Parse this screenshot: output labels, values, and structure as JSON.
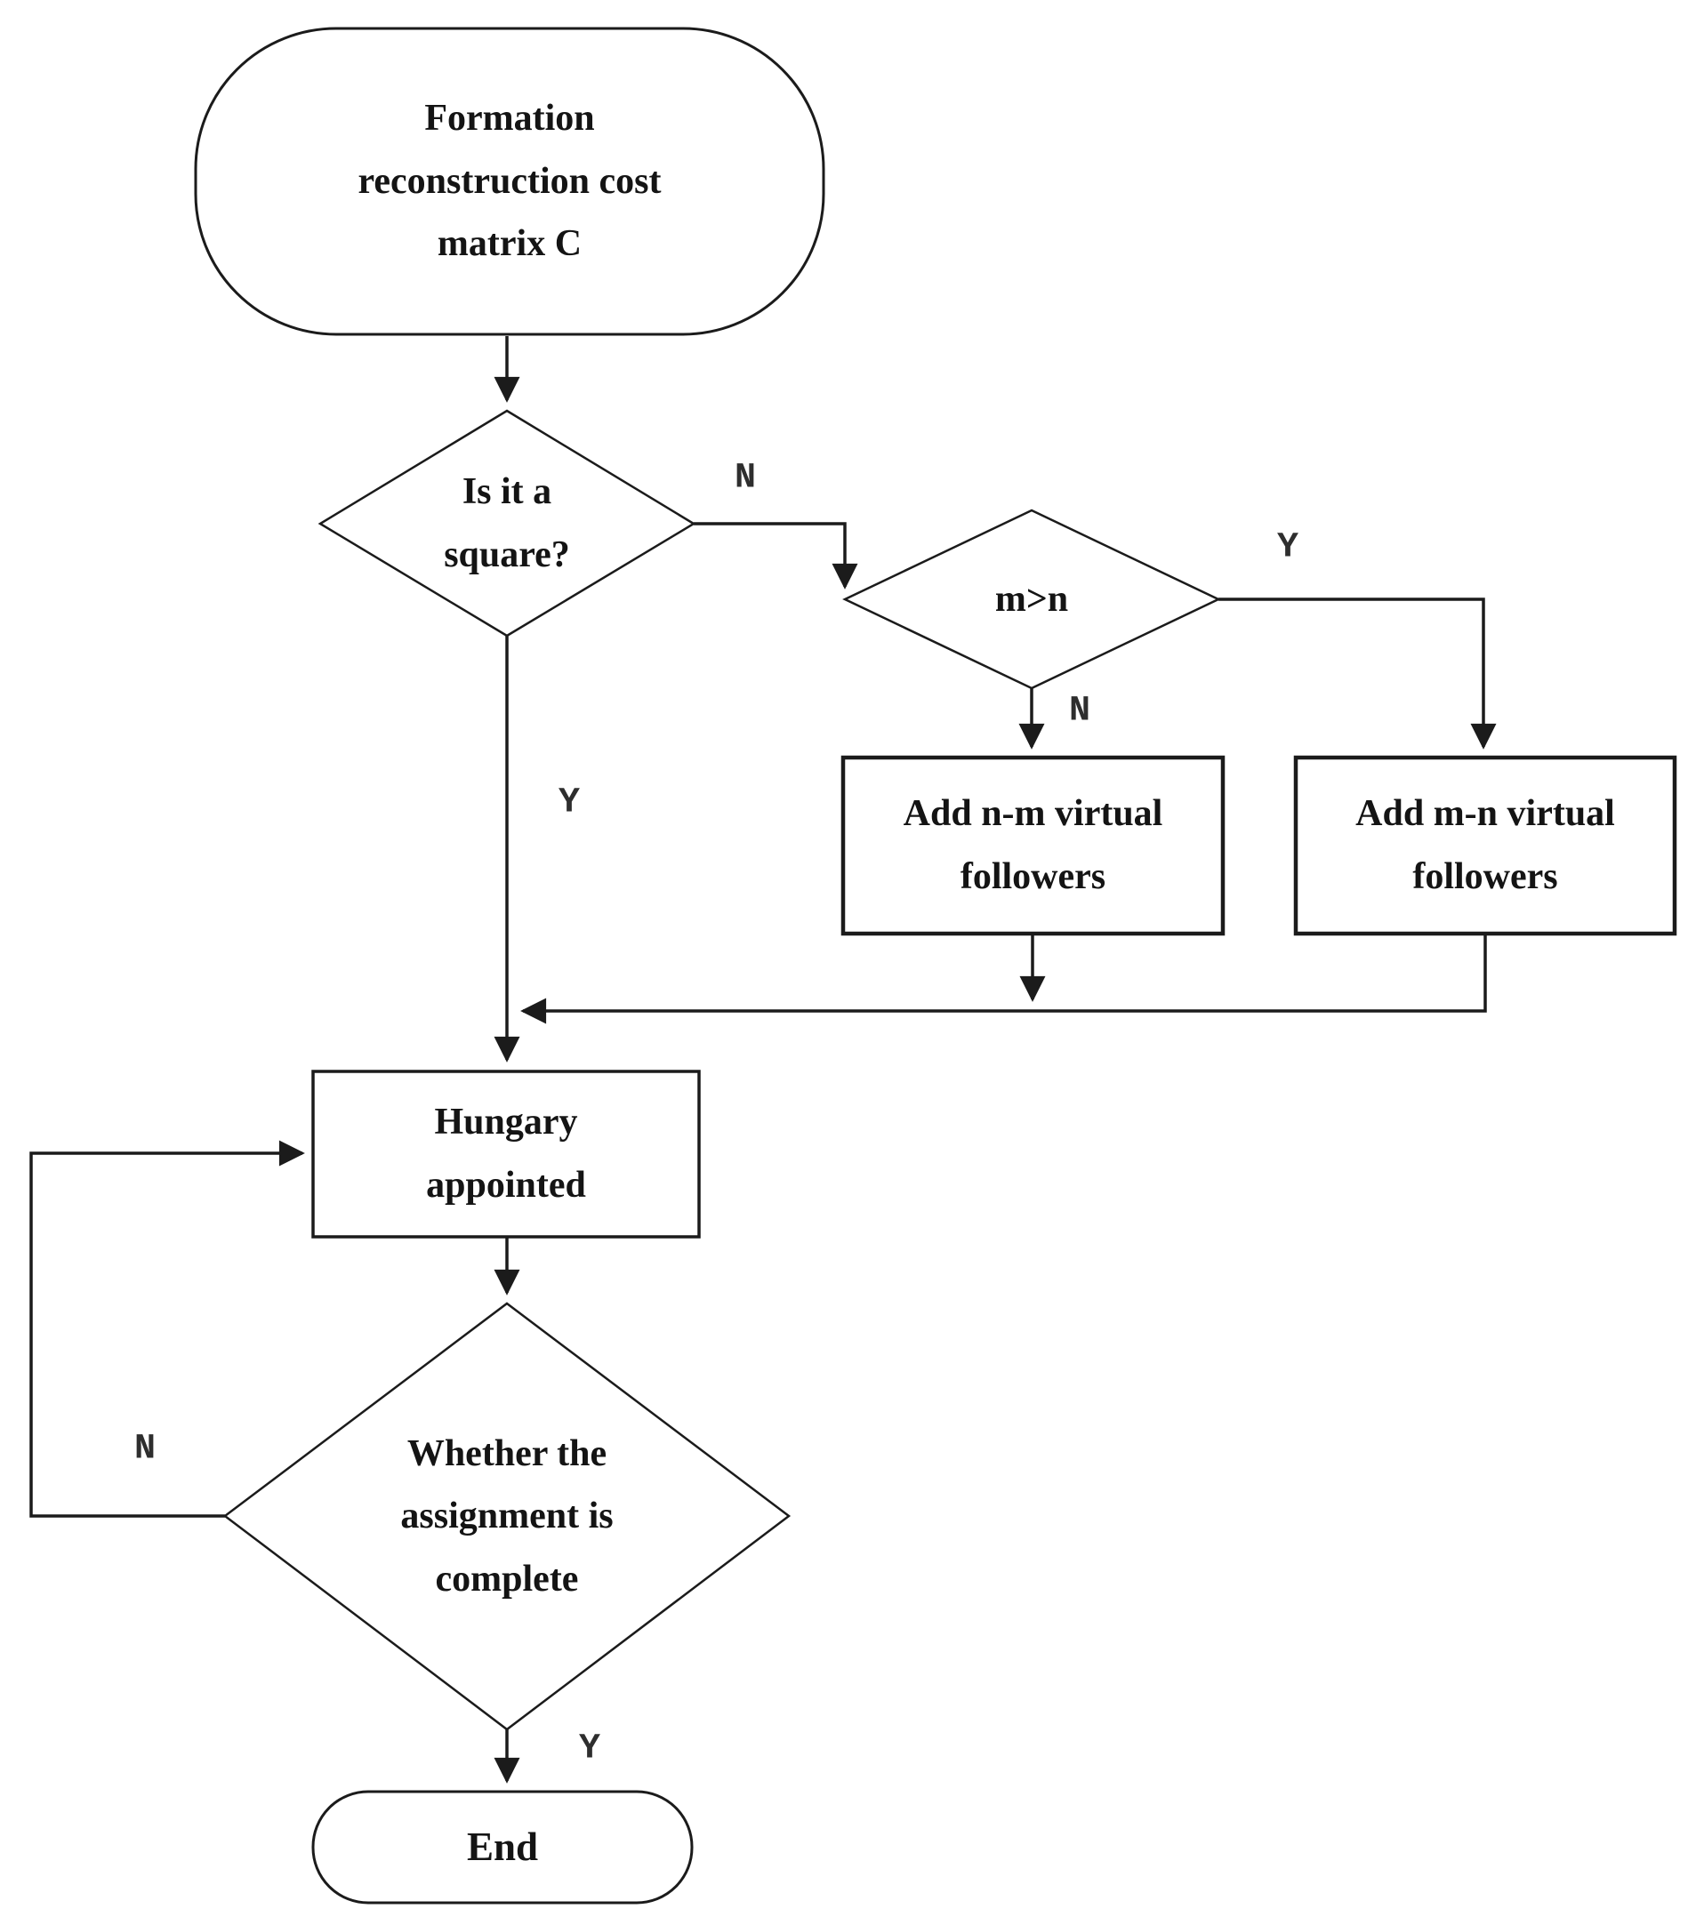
{
  "flowchart": {
    "colors": {
      "background": "#ffffff",
      "line": "#1b1b1b",
      "node_fill": "#ffffff",
      "text": "#141414",
      "branch_label": "#2e2e2e"
    },
    "nodes": {
      "start": {
        "shape": "terminator",
        "label": "Formation\nreconstruction cost\nmatrix C"
      },
      "is_square": {
        "shape": "decision",
        "label": "Is it a\nsquare?"
      },
      "m_gt_n": {
        "shape": "decision",
        "label": "m>n"
      },
      "add_nm": {
        "shape": "process",
        "label": "Add n-m virtual\nfollowers"
      },
      "add_mn": {
        "shape": "process",
        "label": "Add m-n virtual\nfollowers"
      },
      "hungary": {
        "shape": "process",
        "label": "Hungary\nappointed"
      },
      "assignment_complete": {
        "shape": "decision",
        "label": "Whether the\nassignment is\ncomplete"
      },
      "end": {
        "shape": "terminator",
        "label": "End"
      }
    },
    "branch_labels": {
      "is_square_no": "N",
      "is_square_yes": "Y",
      "m_gt_n_yes": "Y",
      "m_gt_n_no": "N",
      "assignment_no": "N",
      "assignment_yes": "Y"
    }
  }
}
